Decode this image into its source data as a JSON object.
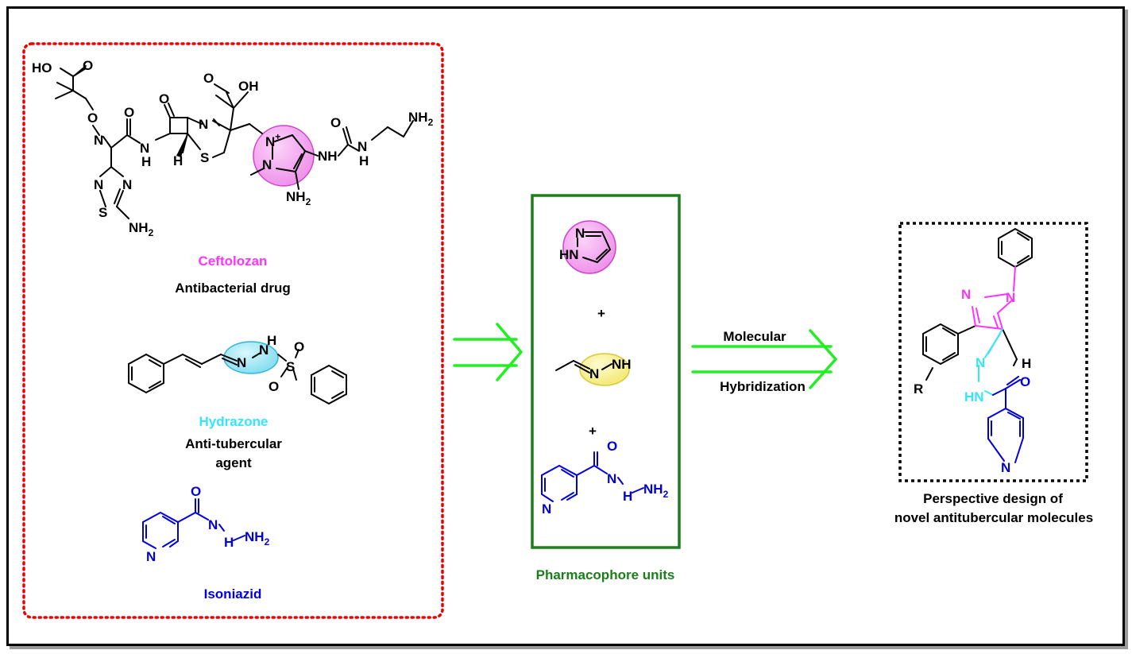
{
  "colors": {
    "ceftolozan": "#ff33ff",
    "hydrazone": "#33e5ff",
    "isoniazid": "#0000dd",
    "pharmacophore": "#1a7f1a",
    "arrow": "#22ee22",
    "pink_fill": "#f5b4f2",
    "cyan_fill": "#a9ecf7",
    "yellow_fill": "#fbf6a8",
    "red_dash": "#ee0000"
  },
  "left_panel": {
    "ceftolozan_name": "Ceftolozan",
    "ceftolozan_desc": "Antibacterial drug",
    "hydrazone_name": "Hydrazone",
    "hydrazone_desc_line1": "Anti-tubercular",
    "hydrazone_desc_line2": "agent",
    "isoniazid_name": "Isoniazid"
  },
  "atoms": {
    "HO": "HO",
    "OH": "OH",
    "O": "O",
    "N": "N",
    "NH": "NH",
    "HN": "HN",
    "H": "H",
    "S": "S",
    "NH2": "NH",
    "sub2": "2",
    "Nplus": "N",
    "plus": "+",
    "R": "R"
  },
  "middle_panel": {
    "plus_sign": "+",
    "title": "Pharmacophore units"
  },
  "arrow_labels": {
    "top": "Molecular",
    "bottom": "Hybridization"
  },
  "right_panel": {
    "caption_line1": "Perspective design of",
    "caption_line2": "novel antitubercular molecules"
  }
}
